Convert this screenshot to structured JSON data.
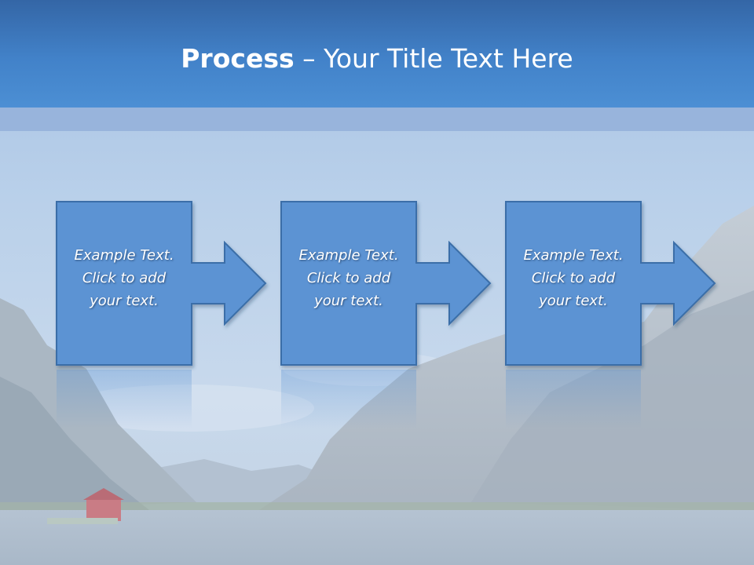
{
  "slide": {
    "title_bold": "Process",
    "title_rest": " – Your Title Text Here"
  },
  "process": {
    "steps": [
      {
        "lines": [
          "Example Text.",
          "Click  to add",
          "your text."
        ]
      },
      {
        "lines": [
          "Example Text.",
          "Click  to add",
          "your text."
        ]
      },
      {
        "lines": [
          "Example Text.",
          "Click  to add",
          "your text."
        ]
      }
    ]
  },
  "colors": {
    "header": "#4282c9",
    "box_fill": "#5b93d3",
    "box_border": "#3a6ea8",
    "text": "#ffffff"
  }
}
